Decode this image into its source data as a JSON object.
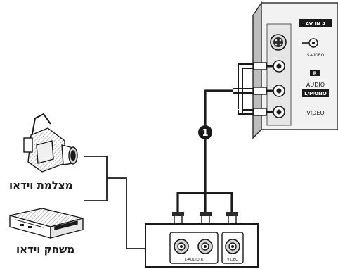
{
  "tv_panel": {
    "input_title": "AV IN 4",
    "svideo_label": "S-VIDEO",
    "r_tag": "R",
    "audio_label": "AUDIO",
    "lmono_tag": "L/MONO",
    "video_label": "VIDEO"
  },
  "cable": {
    "badge_number": "1"
  },
  "devices": {
    "camcorder_label": "מצלמת וידאו",
    "vcr_label": "משחק וידאו"
  },
  "device_jacks": {
    "audio_label": "L-AUDIO-R",
    "video_label": "VIDEO"
  },
  "colors": {
    "line": "#1a1a1a",
    "panel_fill": "#f2f2f2",
    "panel_stroke": "#2a2a2a",
    "tag_fill": "#1a1a1a",
    "tag_text": "#ffffff"
  }
}
